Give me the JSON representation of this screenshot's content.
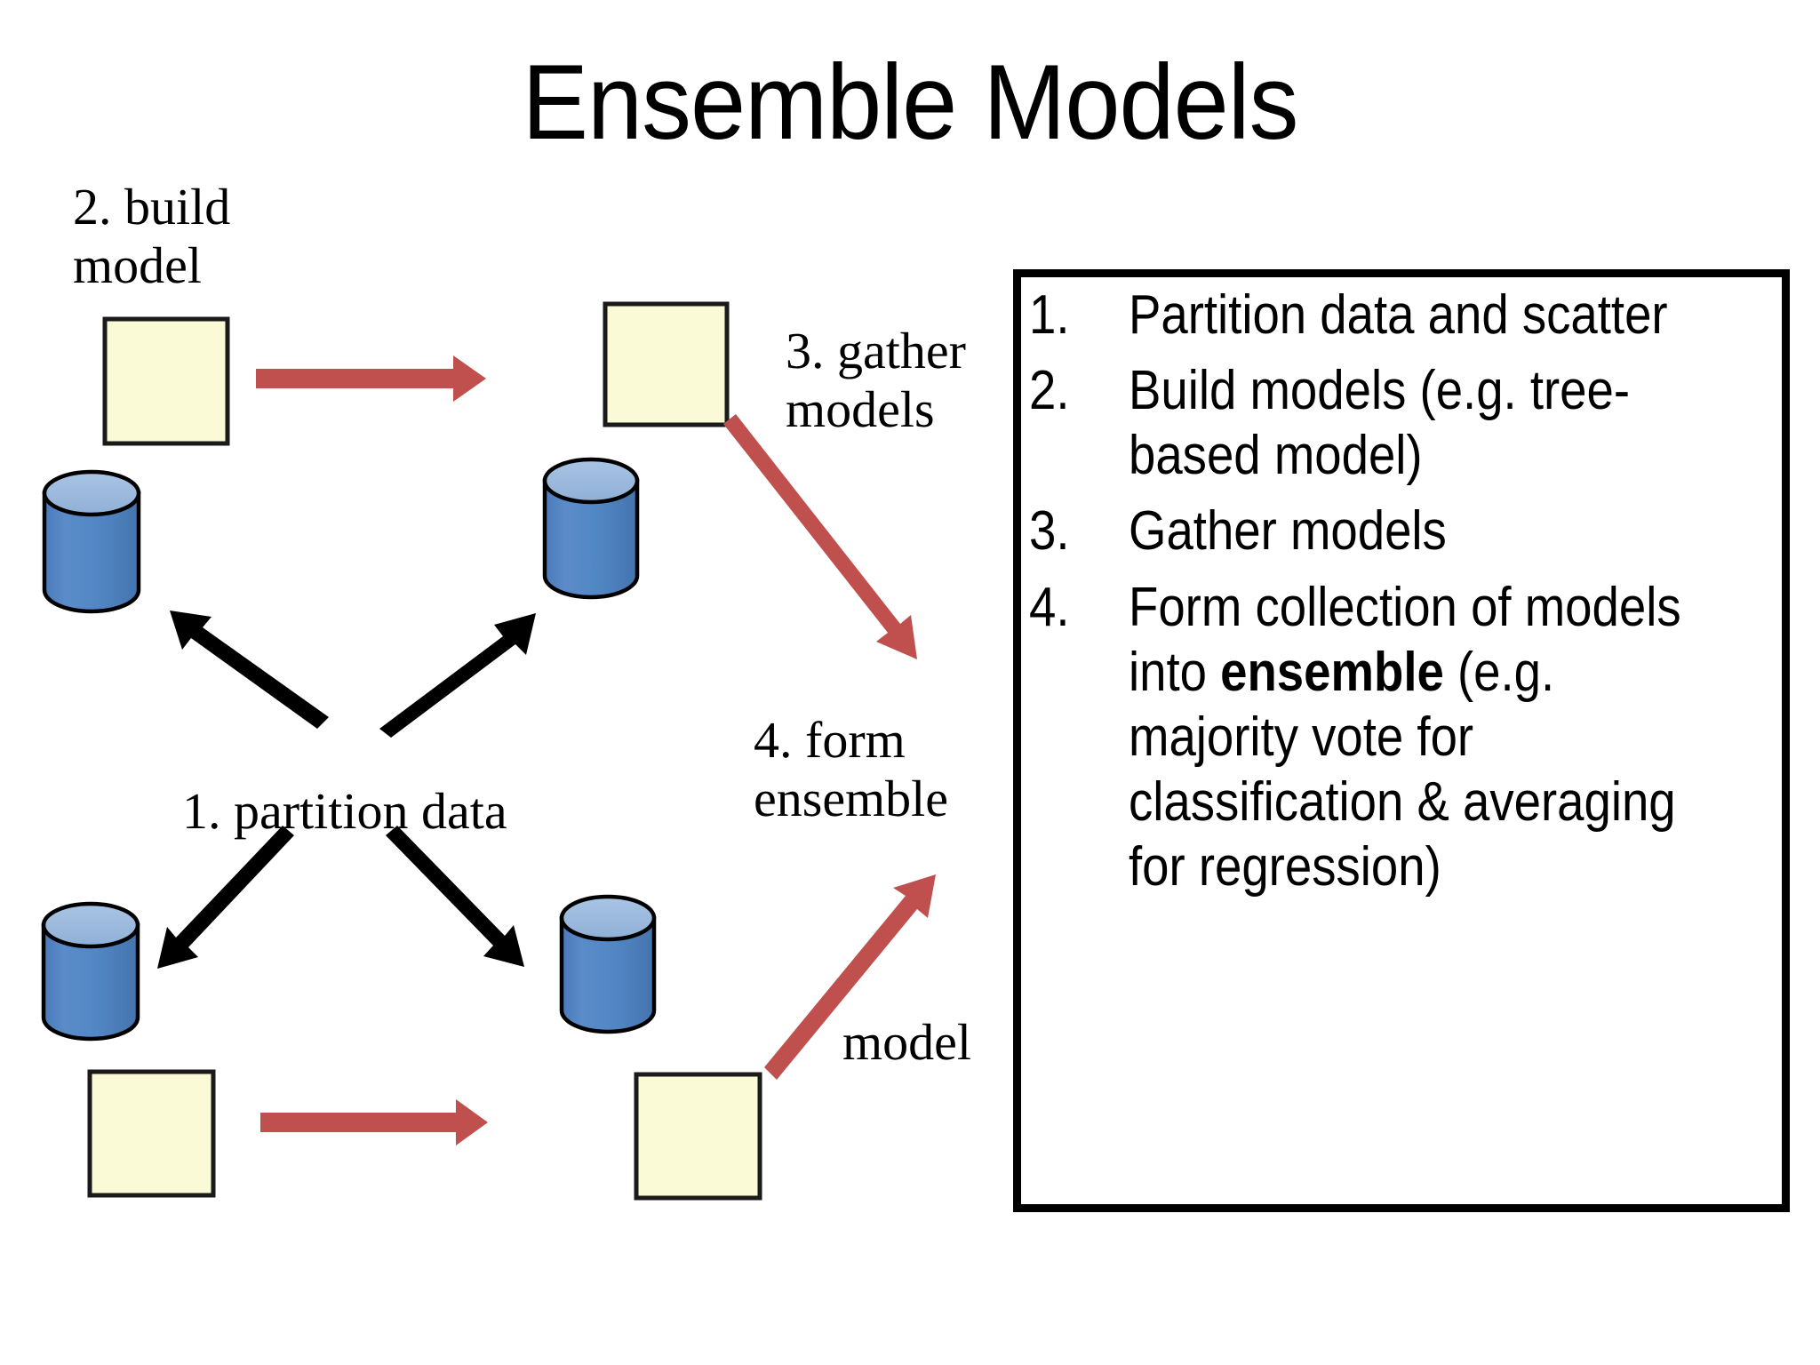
{
  "slide": {
    "title": "Ensemble Models",
    "background_color": "#ffffff"
  },
  "diagram": {
    "labels": {
      "build_model": "2. build\nmodel",
      "gather_models": "3. gather\nmodels",
      "partition_data": "1. partition data",
      "form_ensemble": "4. form\nensemble",
      "model": "model"
    },
    "colors": {
      "cylinder_body": "#4f81bd",
      "cylinder_top": "#95b3d7",
      "cylinder_stroke": "#000000",
      "model_box_fill": "#fafad7",
      "model_box_stroke": "#1a1a1a",
      "red_arrow": "#c0504d",
      "black_arrow": "#000000",
      "instruction_box_border": "#000000"
    },
    "shapes": {
      "database_cylinders": 4,
      "model_boxes": 4,
      "red_arrows": 4,
      "black_arrows": 4
    }
  },
  "instructions": {
    "items": [
      {
        "number": "1.",
        "text": "Partition data and scatter"
      },
      {
        "number": "2.",
        "text": "Build models (e.g. tree-based model)"
      },
      {
        "number": "3.",
        "text": "Gather models"
      },
      {
        "number": "4.",
        "text": "Form collection of models into ",
        "bold": "ensemble",
        "text_after": " (e.g. majority vote for classification & averaging for regression)"
      }
    ]
  }
}
